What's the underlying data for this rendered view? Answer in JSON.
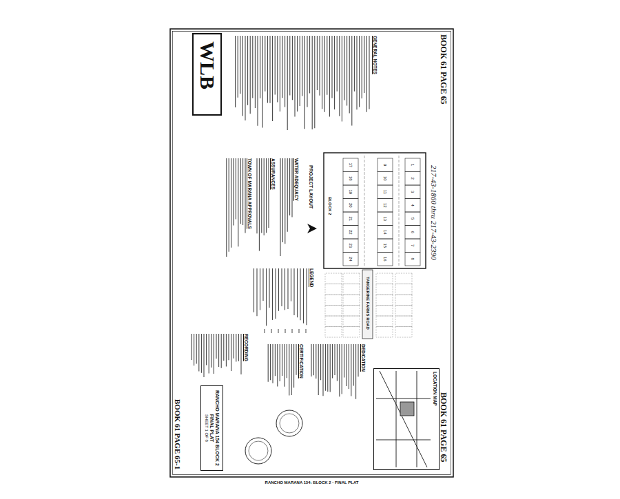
{
  "diagram": {
    "title": "RANCHO MARANA 154: BLOCK 2 - FINAL PLAT",
    "nodes": [
      {
        "text": [
          "WLB"
        ]
      },
      {
        "text": [
          "LOCATION MAP"
        ]
      },
      {
        "text": [
          "RANCHO MARANA 154 BLOCK 2",
          "FINAL PLAT",
          "SHEET 1 OF 8"
        ]
      }
    ],
    "labels": [
      "BOOK 61 PAGE 65",
      "BOOK 61 PAGE 65",
      "BOOK 61 PAGE 65-1",
      "217-43-1860 thru 217-43-2390",
      "GENERAL NOTES",
      "PROJECT LAYOUT",
      "WATER ADEQUACY",
      "ASSURANCES",
      "TOWN OF MARANA APPROVALS",
      "LEGEND",
      "DEDICATION",
      "CERTIFICATION",
      "RECORDING",
      "TANGERINE FARMS ROAD",
      "BLOCK 2",
      "1",
      "2",
      "3",
      "4",
      "5",
      "6",
      "7",
      "8",
      "9",
      "10",
      "11",
      "12",
      "13",
      "14",
      "15",
      "16",
      "17",
      "18",
      "19",
      "20",
      "21",
      "22",
      "23",
      "24"
    ]
  }
}
